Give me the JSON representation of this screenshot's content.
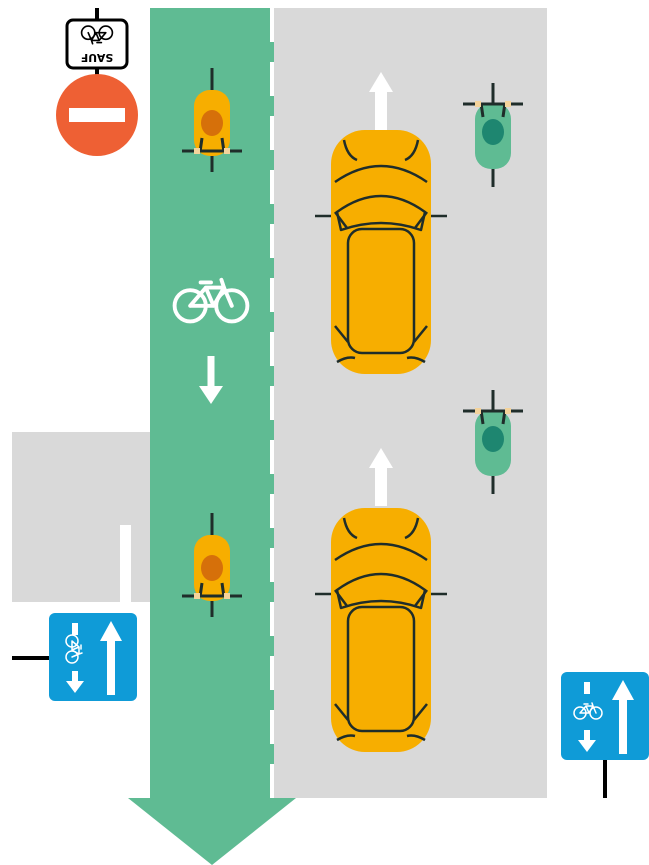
{
  "diagram": {
    "top_sign": {
      "plate_text": "SAUF",
      "plate_icon": "bicycle-icon",
      "main_icon": "no-entry-icon"
    },
    "left_sign": {
      "icon": "contraflow-cycle-lane-sign"
    },
    "right_sign": {
      "icon": "contraflow-cycle-lane-sign"
    },
    "lane_marking_icon": "bicycle-icon",
    "colors": {
      "cycle_lane": "#5fbb93",
      "road": "#d9d9d9",
      "car": "#f7ae00",
      "cyclist_body": "#f7ae00",
      "cyclist_head": "#d6700a",
      "green_cyclist": "#5fbb93",
      "green_cyclist_head": "#1e8670",
      "sign_blue": "#0f9bd7",
      "no_entry_red": "#ee6034",
      "outline": "#1f2d2a"
    }
  }
}
